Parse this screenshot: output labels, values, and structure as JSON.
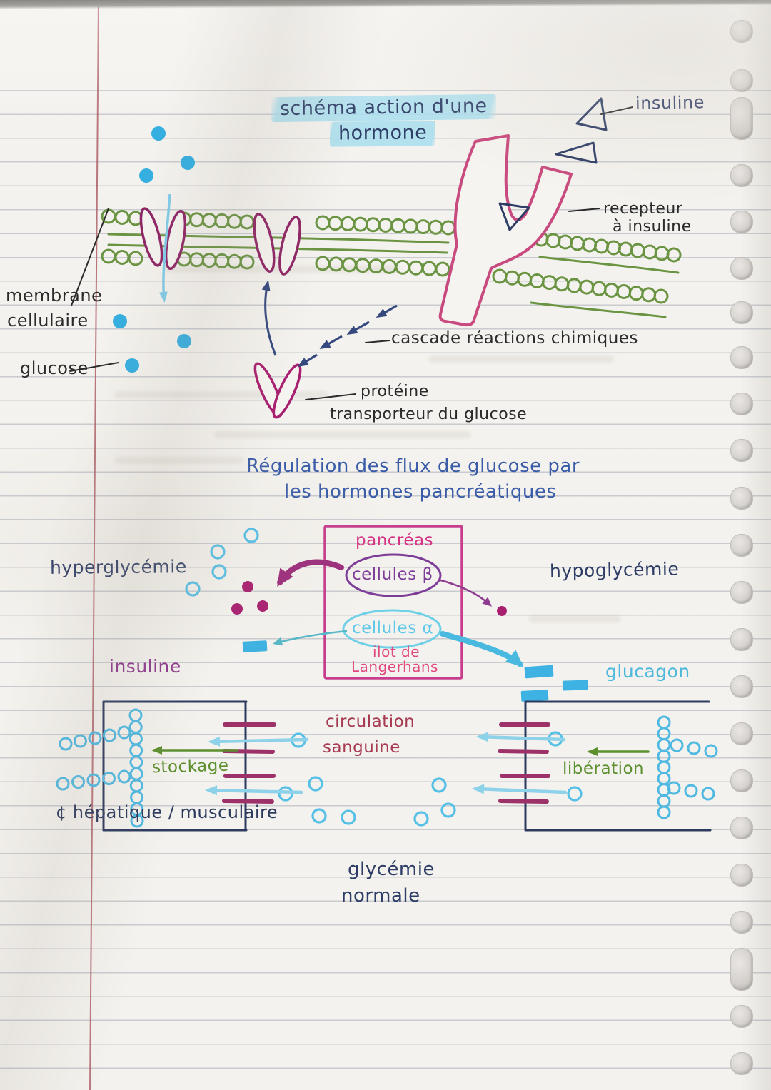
{
  "title": {
    "line1": "schéma action d'une",
    "line2": "hormone"
  },
  "membrane_diagram": {
    "insuline": "insuline",
    "recepteur_line1": "recepteur",
    "recepteur_line2": "à insuline",
    "membrane_line1": "membrane",
    "membrane_line2": "cellulaire",
    "glucose": "glucose",
    "cascade": "cascade réactions chimiques",
    "proteine_line1": "protéine",
    "proteine_line2": "transporteur du glucose"
  },
  "regulation_diagram": {
    "heading_line1": "Régulation des flux de glucose par",
    "heading_line2": "les hormones pancréatiques",
    "pancreas": "pancréas",
    "cellules_beta": "cellules β",
    "cellules_alpha": "cellules α",
    "ilot_line1": "ilot de",
    "ilot_line2": "Langerhans",
    "hyperglycemie": "hyperglycémie",
    "hypoglycemie": "hypoglycémie",
    "insuline": "insuline",
    "glucagon": "glucagon",
    "circulation_line1": "circulation",
    "circulation_line2": "sanguine",
    "stockage": "stockage",
    "liberation": "libération",
    "cellule_hepatique": "¢ hépatique / musculaire",
    "glycemie_line1": "glycémie",
    "glycemie_line2": "normale"
  },
  "colors": {
    "highlight_blue": "#a8deee",
    "navy_ink": "#2e3d66",
    "black_ink": "#2b2b2b",
    "membrane_green": "#6a9442",
    "protein_magenta": "#8e2465",
    "receptor_pink": "#c84a7e",
    "box_pink": "#c73e8e",
    "purple_ink": "#8e3a8e",
    "light_blue": "#4cb8e2",
    "dark_red": "#a63b52",
    "green_ink": "#5c8f2e"
  }
}
